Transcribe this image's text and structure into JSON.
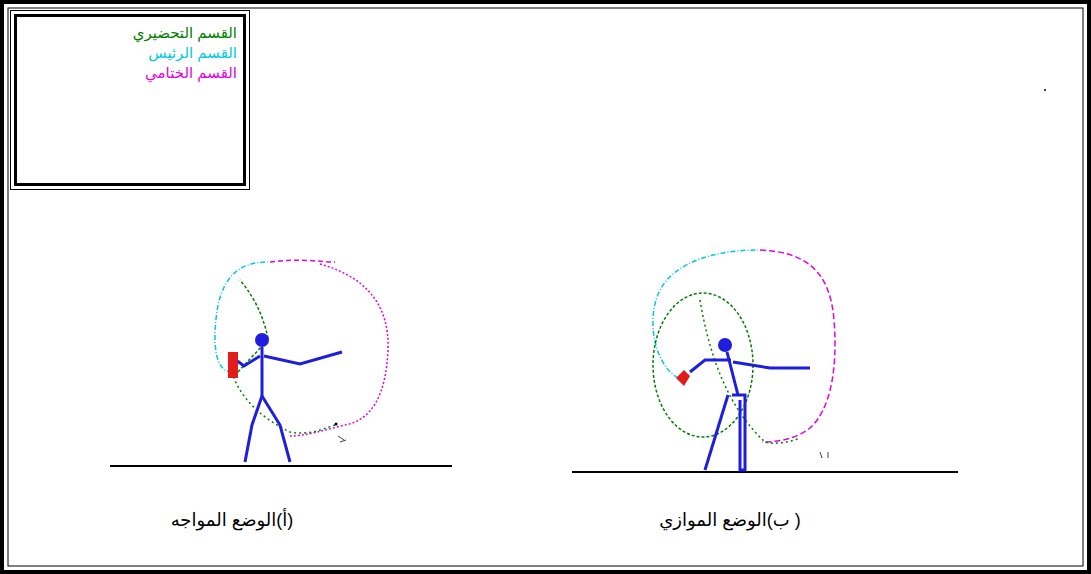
{
  "diagram": {
    "labels": [
      "(أ)الوضع المواجه",
      "( ب)الوضع الموازي"
    ],
    "legend": [
      {
        "text": "القسم التحضيري",
        "color": "#008000"
      },
      {
        "text": "القسم الرئيس",
        "color": "#00c8e6"
      },
      {
        "text": "القسم الختامي",
        "color": "#e600e6"
      }
    ]
  }
}
